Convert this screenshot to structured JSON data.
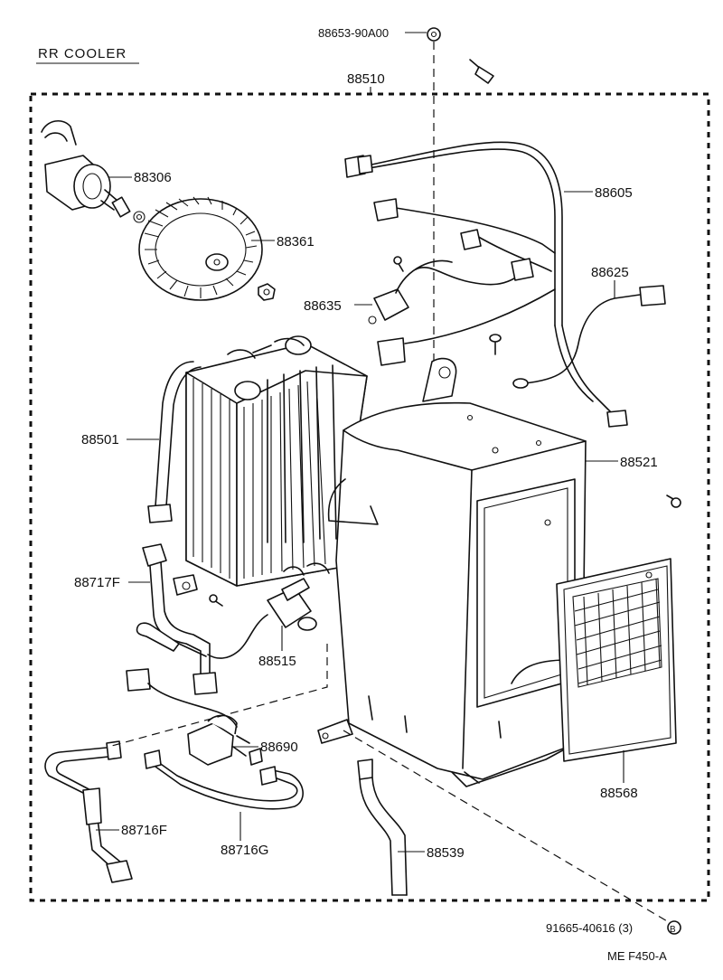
{
  "diagram": {
    "title": "RR COOLER",
    "footer_code": "ME  F450-A",
    "parts": {
      "p88653": "88653-90A00",
      "p88510": "88510",
      "p88306": "88306",
      "p88605": "88605",
      "p88361": "88361",
      "p88625": "88625",
      "p88635": "88635",
      "p88501": "88501",
      "p88521": "88521",
      "p88717f": "88717F",
      "p88515": "88515",
      "p88690": "88690",
      "p88568": "88568",
      "p88716f": "88716F",
      "p88716g": "88716G",
      "p88539": "88539",
      "p91665": "91665-40616 (3)",
      "ref_b": "B"
    }
  }
}
